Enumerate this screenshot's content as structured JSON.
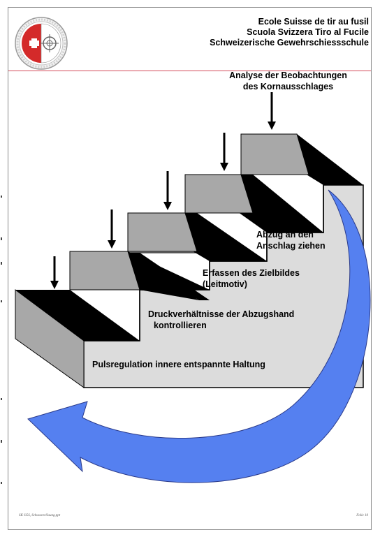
{
  "header": {
    "line1": "Ecole Suisse de tir au fusil",
    "line2": "Scuola Svizzera Tiro al Fucile",
    "line3": "Schweizerische Gewehrschiessschule"
  },
  "diagram": {
    "title_line1": "Analyse der Beobachtungen",
    "title_line2": "des Kornausschlages",
    "steps": [
      {
        "line1": "Pulsregulation innere entspannte Haltung",
        "line2": ""
      },
      {
        "line1": "Druckverhältnisse der Abzugshand",
        "line2": "kontrollieren"
      },
      {
        "line1": "Erfassen des Zielbildes",
        "line2": "(Leitmotiv)"
      },
      {
        "line1": "Abzug an den",
        "line2": "Anschlag ziehen"
      }
    ]
  },
  "footer": {
    "left": "SK SGS, Schussverlösung.ppt",
    "right": "Folie 10"
  },
  "colors": {
    "stair_top": "#000000",
    "stair_riser": "#a8a8a8",
    "stair_face": "#dcdcdc",
    "arrow_blue": "#5580f0",
    "header_rule": "#d44a5a",
    "logo_red": "#d42a2a"
  },
  "icons": {
    "logo": "swiss-shooting-school-emblem",
    "down_arrow": "down-arrow-icon"
  }
}
